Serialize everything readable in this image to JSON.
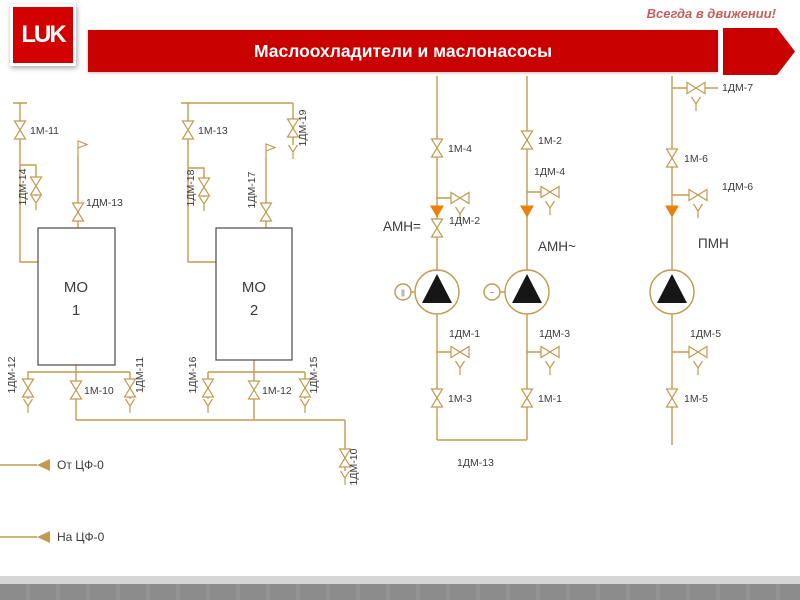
{
  "header": {
    "logo_text": "LUK",
    "slogan": "Всегда в движении!",
    "title": "Маслоохладители и маслонасосы"
  },
  "diagram": {
    "coolers": [
      {
        "line1": "МО",
        "line2": "1"
      },
      {
        "line1": "МО",
        "line2": "2"
      }
    ],
    "pumps": [
      {
        "label": "АМН=",
        "motor_glyph": "||"
      },
      {
        "label": "АМН~",
        "motor_glyph": "~"
      },
      {
        "label": "ПМН",
        "motor_glyph": ""
      }
    ],
    "valve_labels": {
      "m11": "1М-11",
      "dm14": "1ДМ-14",
      "dm13": "1ДМ-13",
      "m13": "1М-13",
      "dm18": "1ДМ-18",
      "dm17": "1ДМ-17",
      "dm19": "1ДМ-19",
      "dm12": "1ДМ-12",
      "m10": "1М-10",
      "dm11": "1ДМ-11",
      "dm16": "1ДМ-16",
      "m12": "1М-12",
      "dm15": "1ДМ-15",
      "dm10": "1ДМ-10",
      "m4": "1М-4",
      "dm2": "1ДМ-2",
      "dm1": "1ДМ-1",
      "m3": "1М-3",
      "m2": "1М-2",
      "dm4": "1ДМ-4",
      "dm3": "1ДМ-3",
      "m1": "1М-1",
      "dm13b": "1ДМ-13",
      "dm7": "1ДМ-7",
      "m6": "1М-6",
      "dm6": "1ДМ-6",
      "dm5": "1ДМ-5",
      "m5": "1М-5"
    },
    "flow_in": "От ЦФ-0",
    "flow_out": "На ЦФ-0"
  },
  "colors": {
    "brand_red": "#C90000",
    "pipe_tan": "#C39A4F",
    "check_valve_orange": "#E8820A",
    "diagram_text": "#3B3B3B"
  }
}
